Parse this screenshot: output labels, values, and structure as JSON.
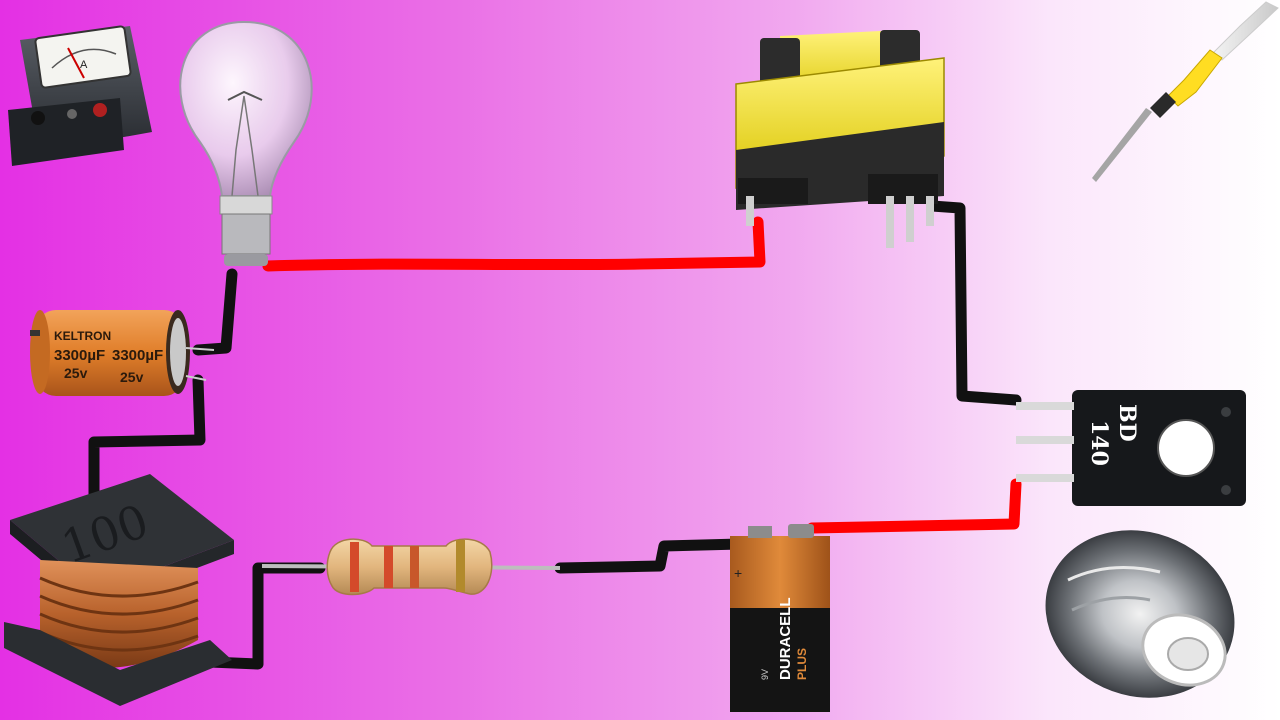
{
  "scene": {
    "background_colors": [
      "#e430e4",
      "#f1a8ef",
      "#ffffff"
    ],
    "wire_colors": {
      "positive": "#ff0000",
      "negative": "#111111"
    }
  },
  "components": {
    "ammeter": {
      "scale_label": "A"
    },
    "bulb": {},
    "capacitor": {
      "brand": "KELTRON",
      "capacitance": "3300µF",
      "voltage": "25v"
    },
    "inductor": {
      "marking": "100"
    },
    "resistor": {},
    "battery": {
      "brand": "DURACELL",
      "variant": "PLUS",
      "voltage": "9V"
    },
    "transformer": {},
    "transistor": {
      "marking_line1": "BD",
      "marking_line2": "140"
    },
    "soldering_iron": {},
    "solder_wire": {}
  }
}
